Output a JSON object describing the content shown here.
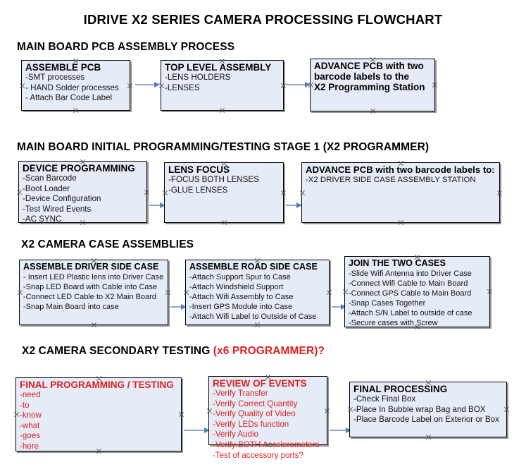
{
  "document": {
    "title": "IDRIVE X2  SERIES CAMERA PROCESSING FLOWCHART",
    "accent_color": "#dd2222",
    "node_fill": "#e6ecf7",
    "node_border": "#000000",
    "arrow_color": "#8fa9c4"
  },
  "sections": [
    {
      "id": "main-board-pcb-assembly",
      "heading": "MAIN BOARD PCB ASSEMBLY PROCESS",
      "heading_accent": "",
      "nodes": [
        {
          "id": "assemble-pcb",
          "header": "ASSEMBLE PCB",
          "lines": [
            "-SMT processes",
            "- HAND Solder processes",
            "- Attach Bar Code Label"
          ],
          "red": false
        },
        {
          "id": "top-level-assembly",
          "header": "TOP LEVEL ASSEMBLY",
          "lines": [
            "-LENS HOLDERS",
            "-LENSES"
          ],
          "red": false
        },
        {
          "id": "advance-pcb-x2-programming-station",
          "header": "ADVANCE PCB with two",
          "lines": [
            "barcode labels to the",
            " X2 Programming Station"
          ],
          "red": false
        }
      ]
    },
    {
      "id": "main-board-initial-programming",
      "heading": "MAIN BOARD INITIAL PROGRAMMING/TESTING STAGE 1 (X2 PROGRAMMER)",
      "heading_accent": "",
      "nodes": [
        {
          "id": "device-programming",
          "header": "DEVICE PROGRAMMING",
          "lines": [
            "-Scan Barcode",
            "-Boot Loader",
            "-Device Configuration",
            "-Test Wired Events",
            "-AC SYNC"
          ],
          "red": false
        },
        {
          "id": "lens-focus",
          "header": "LENS FOCUS",
          "lines": [
            "-FOCUS BOTH LENSES",
            "-GLUE LENSES"
          ],
          "red": false
        },
        {
          "id": "advance-pcb-driver-side-case",
          "header": "ADVANCE PCB with two barcode labels to:",
          "lines": [
            "-X2 DRIVER  SIDE  CASE  ASSEMBLY STATION"
          ],
          "red": false
        }
      ]
    },
    {
      "id": "x2-camera-case-assemblies",
      "heading": "X2 CAMERA CASE ASSEMBLIES",
      "heading_accent": "",
      "nodes": [
        {
          "id": "assemble-driver-side-case",
          "header": "ASSEMBLE DRIVER SIDE CASE",
          "lines": [
            "- Insert LED Plastic lens into Driver Case",
            "-Snap LED Board with Cable into Case",
            "-Connect LED Cable to X2 Main Board",
            "-Snap Main Board into case"
          ],
          "red": false
        },
        {
          "id": "assemble-road-side-case",
          "header": "ASSEMBLE ROAD SIDE CASE",
          "lines": [
            "-Attach Support Spur to Case",
            "-Attach Windshield Support",
            "-Attach Wifi Assembly to Case",
            "-Insert GPS Module into Case",
            "-Attach Wifi Label to Outside of Case"
          ],
          "red": false
        },
        {
          "id": "join-the-two-cases",
          "header": "JOIN THE TWO CASES",
          "lines": [
            "-Slide Wifi Antenna into Driver Case",
            "-Connect Wifi Cable to Main Board",
            "-Connect GPS Cable to Main Board",
            "-Snap Cases Together",
            "-Attach S/N Label to outside of case",
            "-Secure cases with Screw"
          ],
          "red": false
        }
      ]
    },
    {
      "id": "x2-camera-secondary-testing",
      "heading": "X2 CAMERA SECONDARY TESTING ",
      "heading_accent": "(x6 PROGRAMMER)?",
      "nodes": [
        {
          "id": "final-programming-testing",
          "header": "FINAL PROGRAMMING / TESTING",
          "lines": [
            "-need",
            "-to",
            "-know",
            "-what",
            "-goes",
            "-here"
          ],
          "red": true
        },
        {
          "id": "review-of-events",
          "header": "REVIEW OF EVENTS",
          "lines": [
            "-Verify Transfer",
            "-Verify Correct Quantity",
            "-Verify Quality of Video",
            "-Verify LEDs function",
            "-Verify Audio",
            "-Verify BOTH Accelerometers",
            "-Test of accessory ports?"
          ],
          "red": true
        },
        {
          "id": "final-processing",
          "header": "FINAL PROCESSING",
          "lines": [
            " -Check Final Box",
            "-Place In Bubble wrap Bag and BOX",
            "-Place Barcode Label on Exterior or Box"
          ],
          "red": false
        }
      ]
    }
  ]
}
